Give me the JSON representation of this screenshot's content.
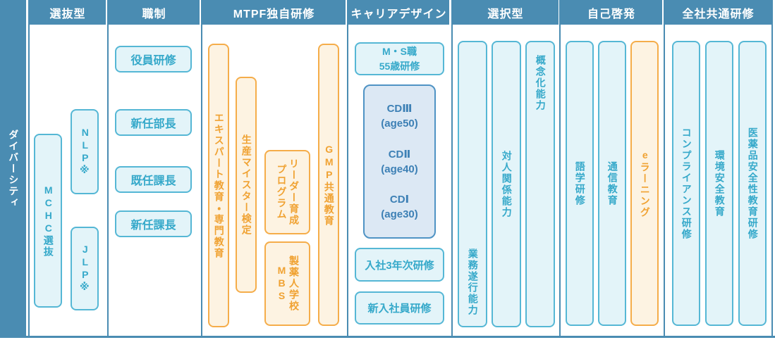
{
  "colors": {
    "frame_blue": "#4a8cb2",
    "box_cyan_border": "#55b7d5",
    "box_cyan_fill": "#e3f4f9",
    "box_cyan_text": "#36a9ca",
    "cd_box_border": "#4f93c4",
    "cd_box_fill": "#dce8f4",
    "cd_box_text": "#3d80b5",
    "box_orange_border": "#f5ad4a",
    "box_orange_fill": "#fdf3e2",
    "box_orange_text": "#f0a232",
    "header_text": "#ffffff",
    "background": "#ffffff"
  },
  "sidebar": {
    "label": "ダイバーシティ"
  },
  "columns": {
    "selection": {
      "header": "選抜型",
      "mchc": "MCHC選抜",
      "nlp": "NLP※",
      "jlp": "JLP※"
    },
    "management": {
      "header": "職制",
      "items": [
        "役員研修",
        "新任部長",
        "既任課長",
        "新任課長"
      ]
    },
    "mtpf": {
      "header": "MTPF独自研修",
      "expert": "エキスパート教育・専門教育",
      "meister": "生産マイスター検定",
      "leader": "リーダー育成\nプログラム",
      "mbs": "製薬人学校\nMBS",
      "gmp": "GMP共通教育"
    },
    "career": {
      "header": "キャリアデザイン",
      "ms55": "M・S職\n55歳研修",
      "cd_items": [
        "CDⅢ\n(age50)",
        "CDⅡ\n(age40)",
        "CDⅠ\n(age30)"
      ],
      "year3": "入社3年次研修",
      "newhire": "新入社員研修"
    },
    "elective": {
      "header": "選択型",
      "gyomu": "業務遂行能力",
      "taijin": "対人関係能力",
      "gainen": "概念化能力"
    },
    "self_dev": {
      "header": "自己啓発",
      "language": "語学研修",
      "correspondence": "通信教育",
      "elearning": "eラーニング"
    },
    "company_wide": {
      "header": "全社共通研修",
      "compliance": "コンプライアンス研修",
      "environment": "環境安全教育",
      "pharma_safety": "医薬品安全性教育研修"
    }
  }
}
